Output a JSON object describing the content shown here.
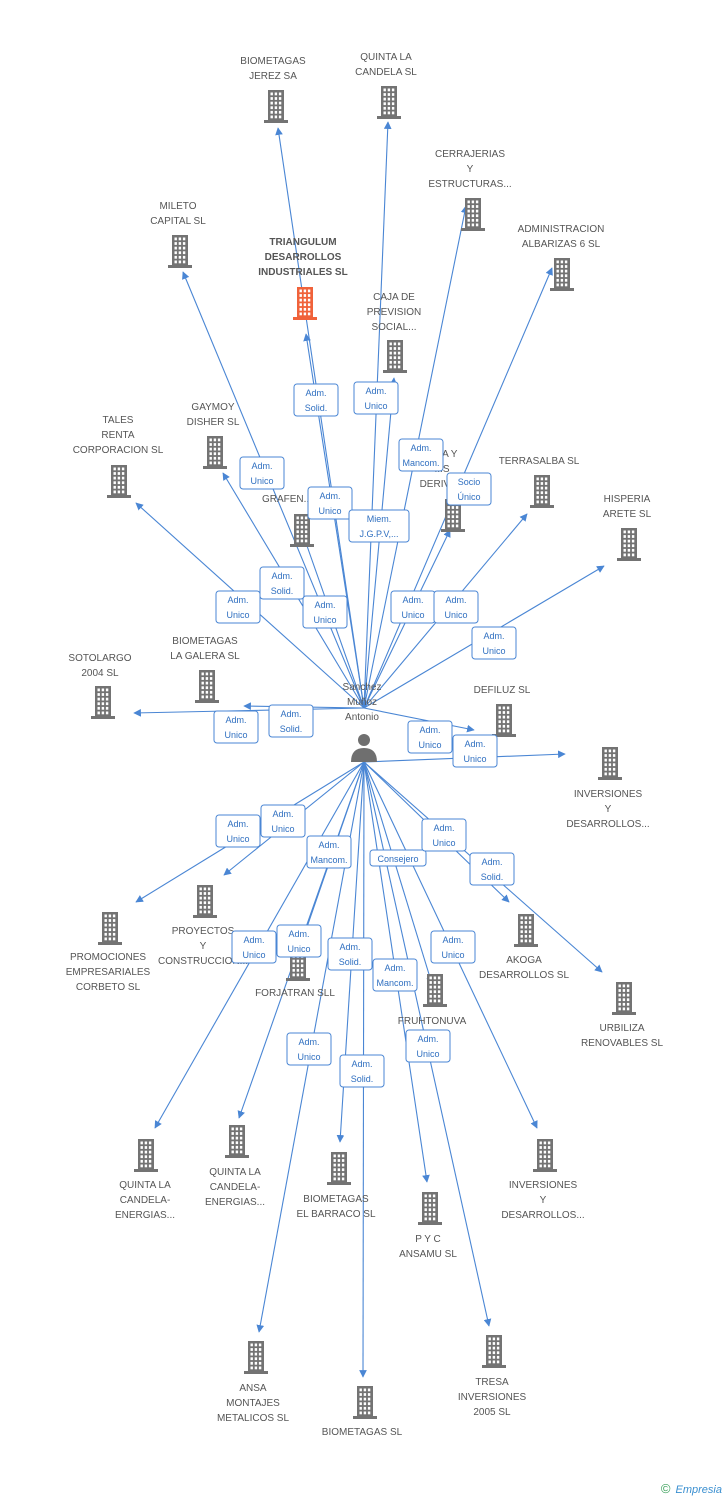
{
  "center": {
    "label_lines": [
      "Sanchez",
      "Muñoz",
      "Antonio"
    ],
    "icon": "person-icon"
  },
  "colors": {
    "edge": "#4a86d4",
    "building": "#737373",
    "building_highlight": "#f0623a",
    "person": "#6f6f6f"
  },
  "nodes": [
    {
      "id": "biometagas-jerez",
      "label_lines": [
        "BIOMETAGAS",
        "JEREZ SA"
      ],
      "icon": "building-icon"
    },
    {
      "id": "quinta-candela",
      "label_lines": [
        "QUINTA LA",
        "CANDELA SL"
      ],
      "icon": "building-icon"
    },
    {
      "id": "cerrajerias",
      "label_lines": [
        "CERRAJERIAS",
        "Y",
        "ESTRUCTURAS..."
      ],
      "icon": "building-icon"
    },
    {
      "id": "mileto",
      "label_lines": [
        "MILETO",
        "CAPITAL SL"
      ],
      "icon": "building-icon"
    },
    {
      "id": "triangulum",
      "label_lines": [
        "TRIANGULUM",
        "DESARROLLOS",
        "INDUSTRIALES SL"
      ],
      "icon": "building-icon",
      "highlight": true
    },
    {
      "id": "administracion-albarizas",
      "label_lines": [
        "ADMINISTRACION",
        "ALBARIZAS 6 SL"
      ],
      "icon": "building-icon"
    },
    {
      "id": "caja-prevision",
      "label_lines": [
        "CAJA DE",
        "PREVISION",
        "SOCIAL..."
      ],
      "icon": "building-icon"
    },
    {
      "id": "tales-renta",
      "label_lines": [
        "TALES",
        "RENTA",
        "CORPORACION SL"
      ],
      "icon": "building-icon"
    },
    {
      "id": "gaymoy",
      "label_lines": [
        "GAYMOY",
        "DISHER SL"
      ],
      "icon": "building-icon"
    },
    {
      "id": "grafen",
      "label_lines": [
        "GRAFEN..."
      ],
      "icon": "building-icon"
    },
    {
      "id": "deriva",
      "label_lines": [
        "...RA Y",
        "...S",
        "DERIVA..."
      ],
      "icon": "building-icon"
    },
    {
      "id": "terrasalba",
      "label_lines": [
        "TERRASALBA SL"
      ],
      "icon": "building-icon"
    },
    {
      "id": "hisperia",
      "label_lines": [
        "HISPERIA",
        "ARETE SL"
      ],
      "icon": "building-icon"
    },
    {
      "id": "biometagas-galera",
      "label_lines": [
        "BIOMETAGAS",
        "LA GALERA SL"
      ],
      "icon": "building-icon"
    },
    {
      "id": "sotolargo",
      "label_lines": [
        "SOTOLARGO",
        "2004 SL"
      ],
      "icon": "building-icon"
    },
    {
      "id": "defiluz",
      "label_lines": [
        "DEFILUZ SL"
      ],
      "icon": "building-icon"
    },
    {
      "id": "inversiones-1",
      "label_lines": [
        "INVERSIONES",
        "Y",
        "DESARROLLOS..."
      ],
      "icon": "building-icon"
    },
    {
      "id": "promociones-corbeto",
      "label_lines": [
        "PROMOCIONES",
        "EMPRESARIALES",
        "CORBETO SL"
      ],
      "icon": "building-icon"
    },
    {
      "id": "proyectos",
      "label_lines": [
        "PROYECTOS",
        "Y",
        "CONSTRUCCION..."
      ],
      "icon": "building-icon"
    },
    {
      "id": "forjatran",
      "label_lines": [
        "FORJATRAN SLL"
      ],
      "icon": "building-icon"
    },
    {
      "id": "fruhtonuva",
      "label_lines": [
        "FRUHTONUVA",
        "...SL"
      ],
      "icon": "building-icon"
    },
    {
      "id": "akoga",
      "label_lines": [
        "AKOGA",
        "DESARROLLOS SL"
      ],
      "icon": "building-icon"
    },
    {
      "id": "urbiliza",
      "label_lines": [
        "URBILIZA",
        "RENOVABLES SL"
      ],
      "icon": "building-icon"
    },
    {
      "id": "quinta-energias-1",
      "label_lines": [
        "QUINTA LA",
        "CANDELA-",
        "ENERGIAS..."
      ],
      "icon": "building-icon"
    },
    {
      "id": "quinta-energias-2",
      "label_lines": [
        "QUINTA LA",
        "CANDELA-",
        "ENERGIAS..."
      ],
      "icon": "building-icon"
    },
    {
      "id": "biometagas-barraco",
      "label_lines": [
        "BIOMETAGAS",
        "EL BARRACO SL"
      ],
      "icon": "building-icon"
    },
    {
      "id": "pyc-ansamu",
      "label_lines": [
        "P Y C",
        "ANSAMU  SL"
      ],
      "icon": "building-icon"
    },
    {
      "id": "inversiones-2",
      "label_lines": [
        "INVERSIONES",
        "Y",
        "DESARROLLOS..."
      ],
      "icon": "building-icon"
    },
    {
      "id": "ansa-montajes",
      "label_lines": [
        "ANSA",
        "MONTAJES",
        "METALICOS  SL"
      ],
      "icon": "building-icon"
    },
    {
      "id": "biometagas-sl",
      "label_lines": [
        "BIOMETAGAS SL"
      ],
      "icon": "building-icon"
    },
    {
      "id": "tresa",
      "label_lines": [
        "TRESA",
        "INVERSIONES",
        "2005 SL"
      ],
      "icon": "building-icon"
    }
  ],
  "edge_labels": [
    {
      "lines": [
        "Adm.",
        "Solid."
      ]
    },
    {
      "lines": [
        "Adm.",
        "Unico"
      ]
    },
    {
      "lines": [
        "Adm.",
        "Mancom."
      ]
    },
    {
      "lines": [
        "Adm.",
        "Unico"
      ]
    },
    {
      "lines": [
        "Socio",
        "Único"
      ]
    },
    {
      "lines": [
        "Adm.",
        "Unico"
      ]
    },
    {
      "lines": [
        "Miem.",
        "J.G.P.V,..."
      ]
    },
    {
      "lines": [
        "Adm.",
        "Unico"
      ]
    },
    {
      "lines": [
        "Adm.",
        "Solid."
      ]
    },
    {
      "lines": [
        "Adm.",
        "Unico"
      ]
    },
    {
      "lines": [
        "Adm.",
        "Unico"
      ]
    },
    {
      "lines": [
        "Adm.",
        "Unico"
      ]
    },
    {
      "lines": [
        "Adm.",
        "Unico"
      ]
    },
    {
      "lines": [
        "Adm.",
        "Unico"
      ]
    },
    {
      "lines": [
        "Adm.",
        "Solid."
      ]
    },
    {
      "lines": [
        "Adm.",
        "Unico"
      ]
    },
    {
      "lines": [
        "Adm.",
        "Unico"
      ]
    },
    {
      "lines": [
        "Adm.",
        "Unico"
      ]
    },
    {
      "lines": [
        "Adm.",
        "Unico"
      ]
    },
    {
      "lines": [
        "Adm.",
        "Mancom."
      ]
    },
    {
      "lines": [
        "Consejero"
      ]
    },
    {
      "lines": [
        "Adm.",
        "Unico"
      ]
    },
    {
      "lines": [
        "Adm.",
        "Solid."
      ]
    },
    {
      "lines": [
        "Adm.",
        "Unico"
      ]
    },
    {
      "lines": [
        "Adm.",
        "Unico"
      ]
    },
    {
      "lines": [
        "Adm.",
        "Solid."
      ]
    },
    {
      "lines": [
        "Adm.",
        "Mancom."
      ]
    },
    {
      "lines": [
        "Adm.",
        "Unico"
      ]
    },
    {
      "lines": [
        "Adm.",
        "Unico"
      ]
    },
    {
      "lines": [
        "Adm.",
        "Solid."
      ]
    },
    {
      "lines": [
        "Adm.",
        "Unico"
      ]
    }
  ],
  "footer": {
    "copyright": "©",
    "brand": "Empresia"
  }
}
